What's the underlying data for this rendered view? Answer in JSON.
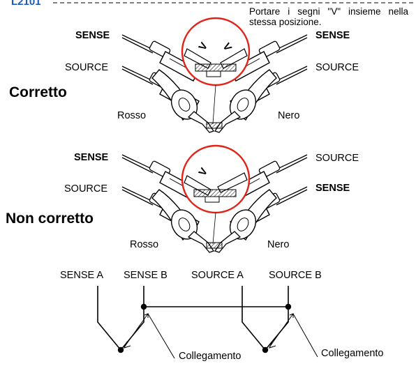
{
  "model_label": "L2101",
  "note": "Portare i segni \"V\" insieme nella stessa posizione.",
  "correct": {
    "title": "Corretto",
    "left_top": "SENSE",
    "left_bottom": "SOURCE",
    "right_top": "SENSE",
    "right_bottom": "SOURCE",
    "left_color": "Rosso",
    "right_color": "Nero"
  },
  "incorrect": {
    "title": "Non corretto",
    "left_top": "SENSE",
    "left_bottom": "SOURCE",
    "right_top": "SOURCE",
    "right_bottom": "SENSE",
    "left_color": "Rosso",
    "right_color": "Nero"
  },
  "wiring": {
    "labels": [
      "SENSE A",
      "SENSE B",
      "SOURCE A",
      "SOURCE B"
    ],
    "connection_label": "Collegamento"
  },
  "colors": {
    "accent_blue": "#1a5bb8",
    "magnifier_red": "#e2231a"
  }
}
